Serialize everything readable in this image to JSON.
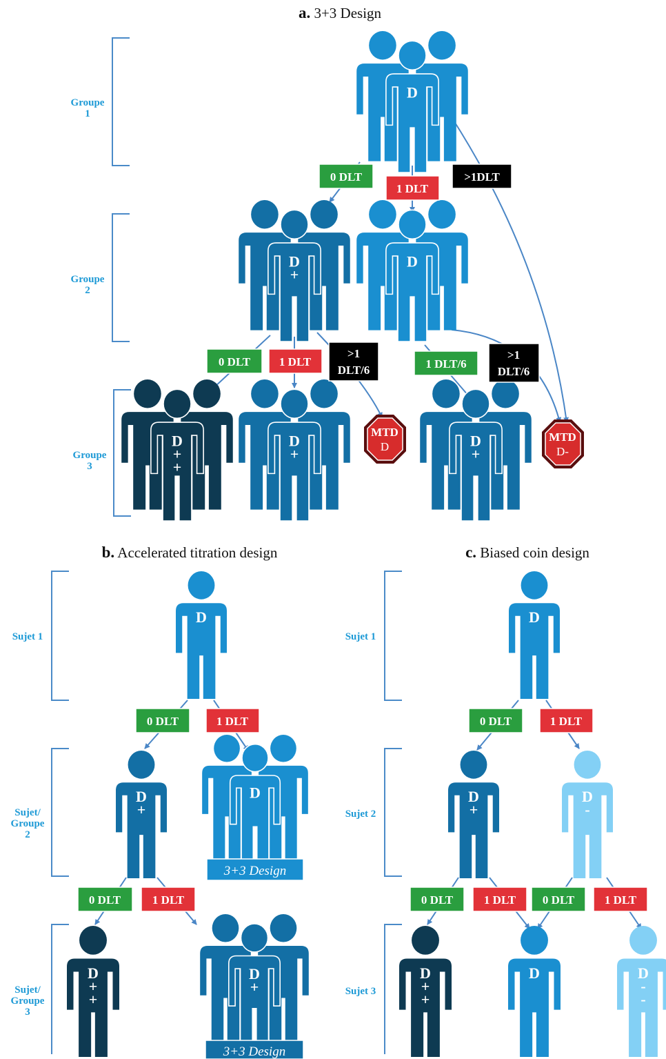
{
  "colors": {
    "c1": "#1a8fd0",
    "c2": "#136fa5",
    "c3": "#0e3a52",
    "c4": "#83d0f5",
    "bracket": "#4a8ac8",
    "label": "#1e9ad6",
    "arrow": "#4a86c6",
    "green": "#2a9e3f",
    "red": "#e23238",
    "black": "#000000",
    "stopRed": "#d72c2c",
    "stopDark": "#5a0e0e"
  },
  "panel_a": {
    "title_letter": "a.",
    "title_text": "3+3 Design",
    "groups": [
      {
        "line1": "Groupe",
        "line2": "1"
      },
      {
        "line1": "Groupe",
        "line2": "2"
      },
      {
        "line1": "Groupe",
        "line2": "3"
      }
    ],
    "badges": {
      "g1_zero": "0 DLT",
      "g1_one": "1 DLT",
      "g1_more": ">1DLT",
      "g2l_zero": "0 DLT",
      "g2l_one": "1 DLT",
      "g2l_more_1": ">1",
      "g2l_more_2": "DLT/6",
      "g2r_one": "1 DLT/6",
      "g2r_more_1": ">1",
      "g2r_more_2": "DLT/6"
    },
    "doses": {
      "top": [
        "D"
      ],
      "g2_left": [
        "D",
        "+"
      ],
      "g2_right": [
        "D"
      ],
      "g3_left": [
        "D",
        "+",
        "+"
      ],
      "g3_mid": [
        "D",
        "+"
      ],
      "g3_right": [
        "D",
        "+"
      ]
    },
    "stops": [
      {
        "line1": "MTD",
        "line2": "D"
      },
      {
        "line1": "MTD",
        "line2": "D-"
      }
    ]
  },
  "panel_b": {
    "title_letter": "b.",
    "title_text": "Accelerated titration design",
    "labels": [
      {
        "lines": [
          "Sujet 1"
        ]
      },
      {
        "lines": [
          "Sujet/",
          "Groupe",
          "2"
        ]
      },
      {
        "lines": [
          "Sujet/",
          "Groupe",
          "3"
        ]
      }
    ],
    "badges": {
      "r1_zero": "0 DLT",
      "r1_one": "1 DLT",
      "r2_zero": "0 DLT",
      "r2_one": "1 DLT"
    },
    "doses": {
      "s1": [
        "D"
      ],
      "s2": [
        "D",
        "+"
      ],
      "grp2": [
        "D"
      ],
      "s3": [
        "D",
        "+",
        "+"
      ],
      "grp3": [
        "D",
        "+"
      ]
    },
    "captions": [
      "3+3 Design",
      "3+3 Design"
    ]
  },
  "panel_c": {
    "title_letter": "c.",
    "title_text": "Biased coin design",
    "labels": [
      "Sujet 1",
      "Sujet 2",
      "Sujet 3"
    ],
    "badges": {
      "r1_zero": "0 DLT",
      "r1_one": "1 DLT",
      "r2_a": "0 DLT",
      "r2_b": "1 DLT",
      "r2_c": "0 DLT",
      "r2_d": "1 DLT"
    },
    "doses": {
      "s1": [
        "D"
      ],
      "s2_left": [
        "D",
        "+"
      ],
      "s2_right": [
        "D",
        "-"
      ],
      "s3_a": [
        "D",
        "+",
        "+"
      ],
      "s3_b": [
        "D"
      ],
      "s3_c": [
        "D",
        "-",
        "-"
      ]
    }
  }
}
